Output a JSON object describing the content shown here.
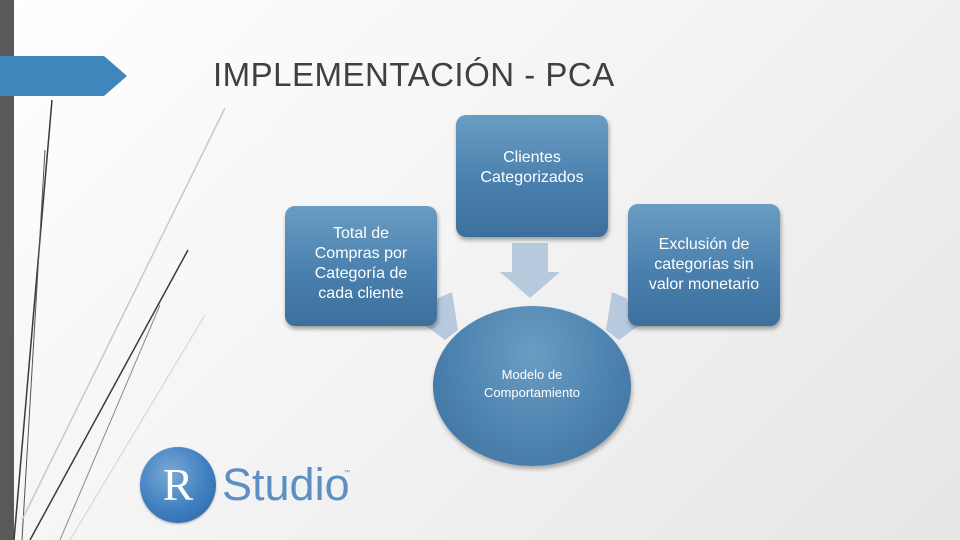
{
  "slide": {
    "title": "IMPLEMENTACIÓN - PCA"
  },
  "diagram": {
    "top_box": "Clientes\nCategorizados",
    "left_box": "Total de\nCompras por\nCategoría de\ncada cliente",
    "right_box": "Exclusión de\ncategorías sin\nvalor monetario",
    "center_circle": "Modelo de\nComportamiento"
  },
  "logo": {
    "letter": "R",
    "word": "Studio",
    "tm": "™"
  },
  "colors": {
    "accent_blue": "#3f86bd",
    "box_blue": "#4a80ae",
    "arrow_light": "#b7c9dc",
    "title_text": "#404040",
    "sidebar_gray": "#595959"
  }
}
